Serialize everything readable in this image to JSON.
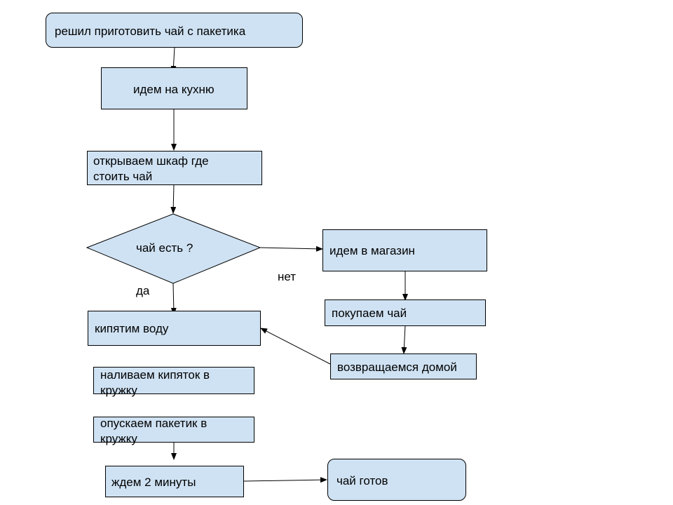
{
  "flowchart": {
    "nodes": {
      "start": "решил приготовить чай с пакетика",
      "kitchen": "идем на кухню",
      "cabinet": "открываем шкаф где стоить чай",
      "decision": "чай есть ?",
      "store": "идем в магазин",
      "buy": "покупаем чай",
      "return_home": "возвращаемся домой",
      "boil": "кипятим воду",
      "pour": "наливаем кипяток в кружку",
      "bag": "опускаем пакетик в кружку",
      "wait": "ждем 2 минуты",
      "done": "чай готов"
    },
    "edge_labels": {
      "yes": "да",
      "no": "нет"
    },
    "colors": {
      "node_fill": "#cfe2f3",
      "stroke": "#000000"
    }
  }
}
